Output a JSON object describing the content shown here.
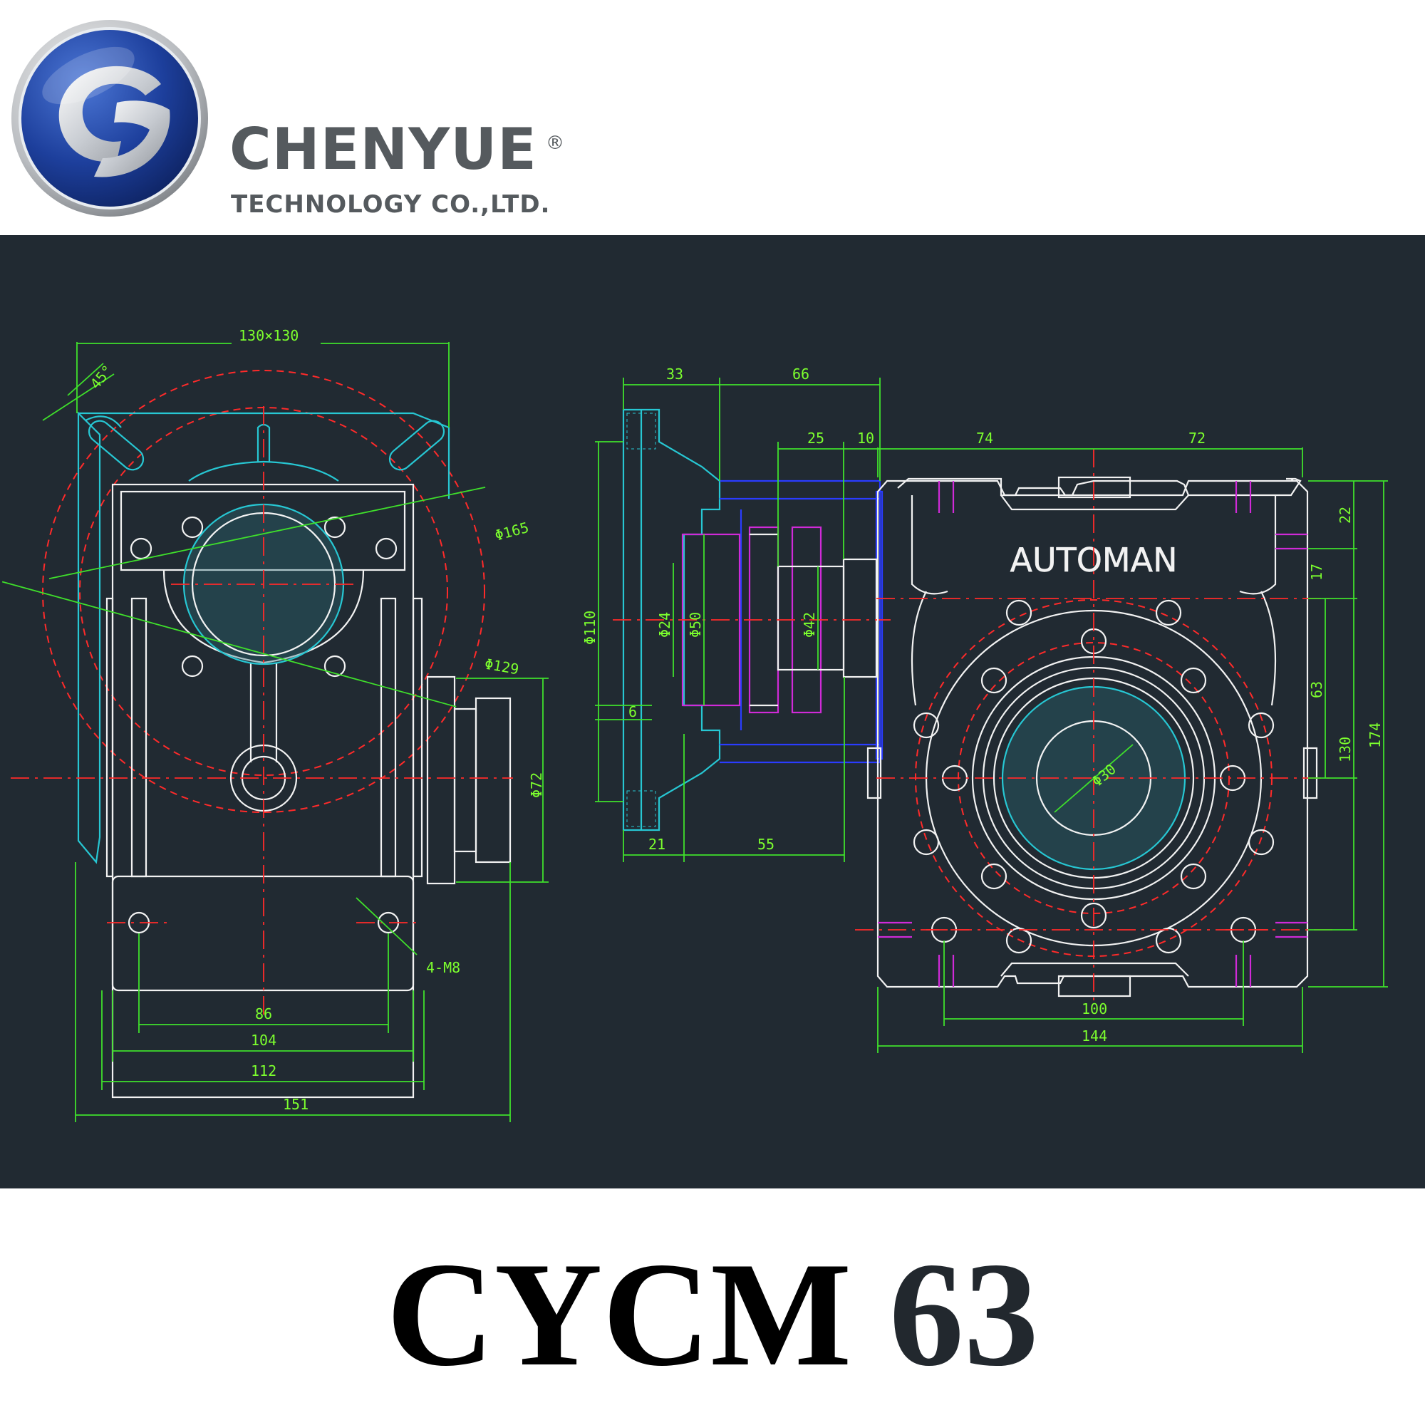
{
  "header": {
    "brand_name": "CHENYUE",
    "registered_mark": "®",
    "brand_subtitle": "TECHNOLOGY CO.,LTD.",
    "logo_icon": "chenyue-cy-logo-icon"
  },
  "drawing": {
    "front_view": {
      "dims": {
        "flange_square": "130×130",
        "angle": "45°",
        "pcd_outer": "Φ165",
        "pcd_inner": "Φ129",
        "shaft_dia": "Φ72",
        "holes": "4-M8",
        "width_86": "86",
        "width_104": "104",
        "width_112": "112",
        "width_151": "151"
      }
    },
    "section_view": {
      "dims": {
        "top_33": "33",
        "top_66": "66",
        "top_25": "25",
        "top_10": "10",
        "dia_110": "Φ110",
        "dia_24": "Φ24",
        "dia_50": "Φ50",
        "dia_42": "Φ42",
        "small_6": "6",
        "bottom_21": "21",
        "bottom_55": "55"
      }
    },
    "side_view": {
      "label": "AUTOMAN",
      "dims": {
        "top_74": "74",
        "top_72": "72",
        "right_22": "22",
        "right_17": "17",
        "right_63": "63",
        "right_130": "130",
        "right_174": "174",
        "bore": "Φ30",
        "bottom_100": "100",
        "bottom_144": "144"
      }
    }
  },
  "model": {
    "prefix": "CYCM",
    "number": "63"
  },
  "colors": {
    "background_drawing": "#212a32",
    "line_white": "#f2f2f2",
    "dimension_green": "#3fe02b",
    "centerline_red": "#ff2a2a",
    "flange_cyan": "#27c7d3",
    "section_blue": "#2a3cff",
    "hidden_magenta": "#d02ad8",
    "brand_gray": "#555a5e"
  }
}
